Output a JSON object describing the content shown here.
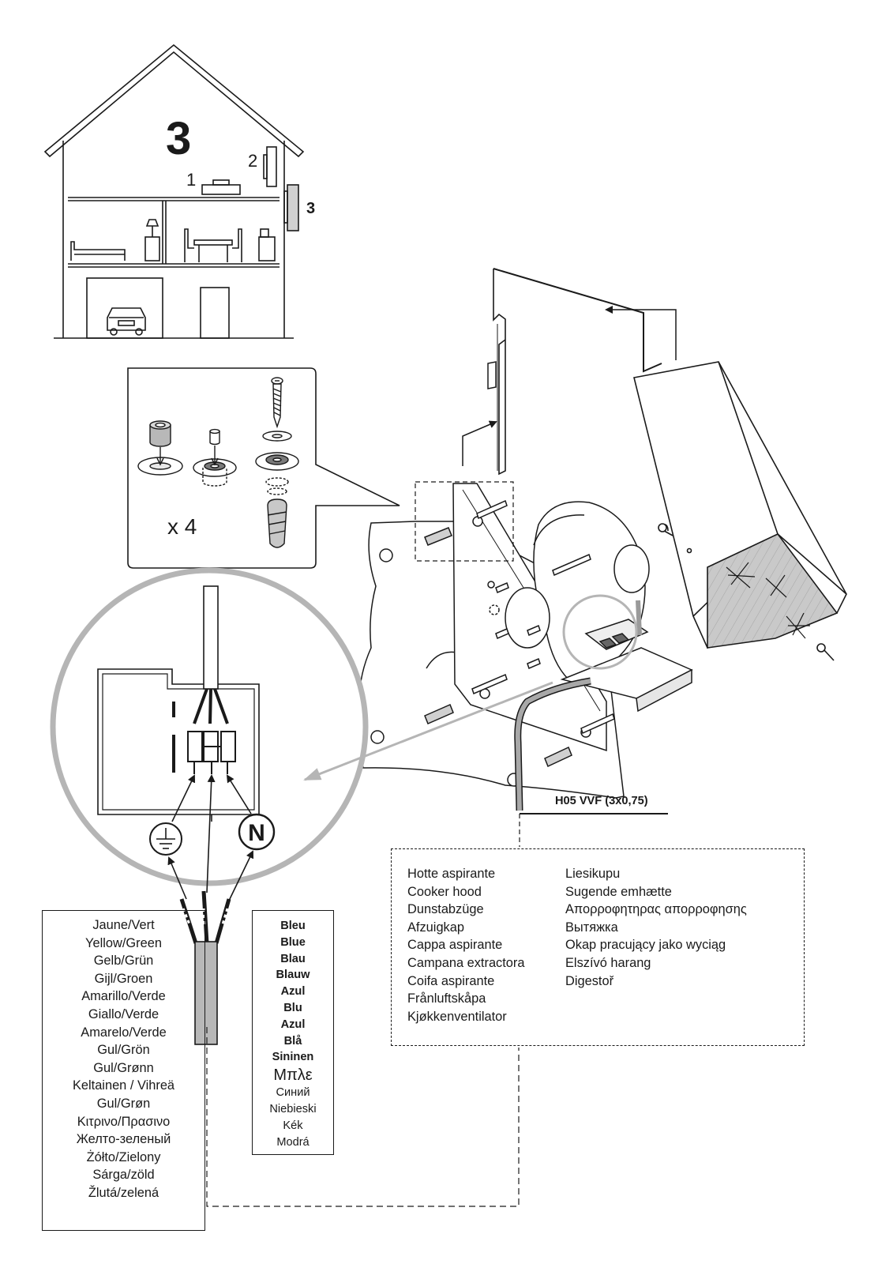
{
  "house": {
    "big_number": "3",
    "label_1": "1",
    "label_2": "2",
    "label_3": "3"
  },
  "detail": {
    "multiplier": "x 4"
  },
  "terminal": {
    "neutral_symbol": "N"
  },
  "cable": {
    "spec": "H05 VVF (3x0,75)"
  },
  "yellow_green": {
    "items": [
      "Jaune/Vert",
      "Yellow/Green",
      "Gelb/Grün",
      "Gijl/Groen",
      "Amarillo/Verde",
      "Giallo/Verde",
      "Amarelo/Verde",
      "Gul/Grön",
      "Gul/Grønn",
      "Keltainen / Vihreä",
      "Gul/Grøn",
      "Κιτρινο/Πρασινο",
      "Желто-зеленый",
      "Żółto/Zielony",
      "Sárga/zöld",
      "Žlutá/zelená"
    ]
  },
  "blue": {
    "items": [
      "Bleu",
      "Blue",
      "Blau",
      "Blauw",
      "Azul",
      "Blu",
      "Azul",
      "Blå",
      "Sininen",
      "Μπλε",
      "Синий",
      "Niebieski",
      "Kék",
      "Modrá"
    ]
  },
  "hood_names": {
    "col1": [
      "Hotte aspirante",
      "Cooker hood",
      "Dunstabzüge",
      "Afzuigkap",
      "Cappa aspirante",
      "Campana extractora",
      "Coifa aspirante",
      "Frånluftskåpa",
      "Kjøkkenventilator"
    ],
    "col2": [
      "Liesikupu",
      "Sugende emhætte",
      "Απορροφητηρας απορροφησης",
      "Вытяжка",
      "Okap pracujący jako wyciąg",
      "Elszívó harang",
      "Digestoř"
    ]
  }
}
